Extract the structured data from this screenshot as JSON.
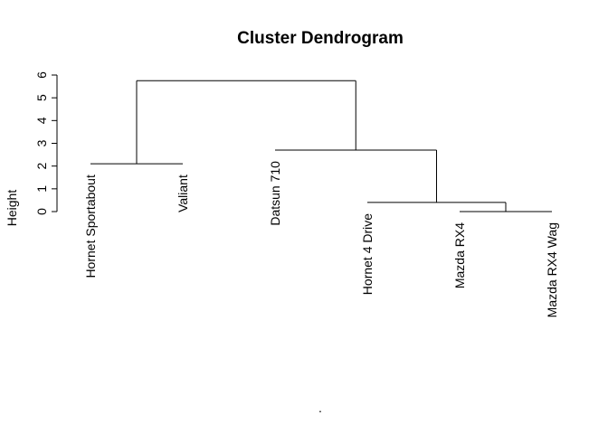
{
  "chart_data": {
    "type": "dendrogram",
    "title": "Cluster Dendrogram",
    "ylabel": "Height",
    "xlabel": ".",
    "yticks": [
      0,
      1,
      2,
      3,
      4,
      5,
      6
    ],
    "ylim": [
      0,
      6
    ],
    "leaves": [
      {
        "label": "Hornet Sportabout",
        "height": 2.1
      },
      {
        "label": "Valiant",
        "height": 2.1
      },
      {
        "label": "Datsun 710",
        "height": 2.7
      },
      {
        "label": "Hornet 4 Drive",
        "height": 0.4
      },
      {
        "label": "Mazda RX4",
        "height": 0.0
      },
      {
        "label": "Mazda RX4 Wag",
        "height": 0.0
      }
    ],
    "merges": [
      {
        "left": "Mazda RX4",
        "right": "Mazda RX4 Wag",
        "height": 0.0
      },
      {
        "left": "Hornet 4 Drive",
        "right": "Mazda RX4 + Mazda RX4 Wag",
        "height": 0.4
      },
      {
        "left": "Datsun 710",
        "right": "Hornet 4 Drive + Mazda RX4 + Mazda RX4 Wag",
        "height": 2.7
      },
      {
        "left": "Hornet Sportabout",
        "right": "Valiant",
        "height": 2.1
      },
      {
        "left": "Hornet Sportabout + Valiant",
        "right": "Datsun 710 + Hornet 4 Drive + Mazda RX4 + Mazda RX4 Wag",
        "height": 5.75
      }
    ]
  }
}
